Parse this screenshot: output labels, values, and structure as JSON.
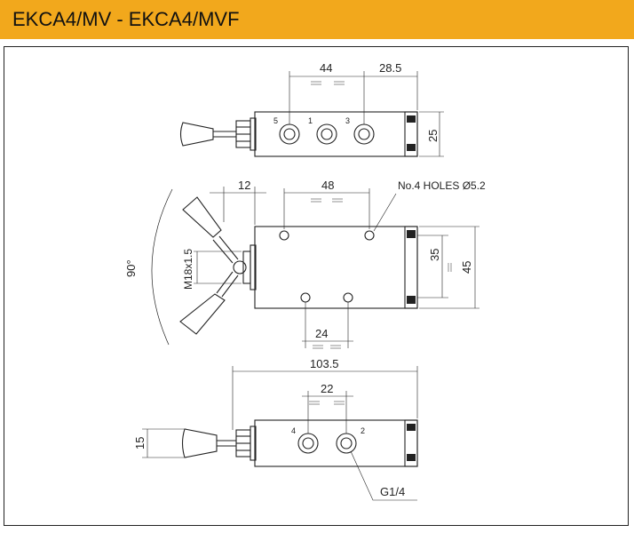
{
  "header": {
    "title": "EKCA4/MV - EKCA4/MVF",
    "background_color": "#f2a81c"
  },
  "top_view": {
    "port_labels": [
      "5",
      "1",
      "3"
    ],
    "dimensions": {
      "port_spacing": "44",
      "end_offset": "28.5",
      "height": "25"
    }
  },
  "middle_view": {
    "dimensions": {
      "lever_offset": "12",
      "top_holes": "48",
      "inner_height": "35",
      "height": "45",
      "bottom_holes": "24"
    },
    "holes_note": "No.4 HOLES Ø5.2",
    "thread_label": "M18x1.5",
    "angle_label": "90°"
  },
  "bottom_view": {
    "port_labels": [
      "4",
      "2"
    ],
    "dimensions": {
      "overall_length": "103.5",
      "port_spacing": "22",
      "knob_diameter": "15"
    },
    "thread_label": "G1/4"
  }
}
